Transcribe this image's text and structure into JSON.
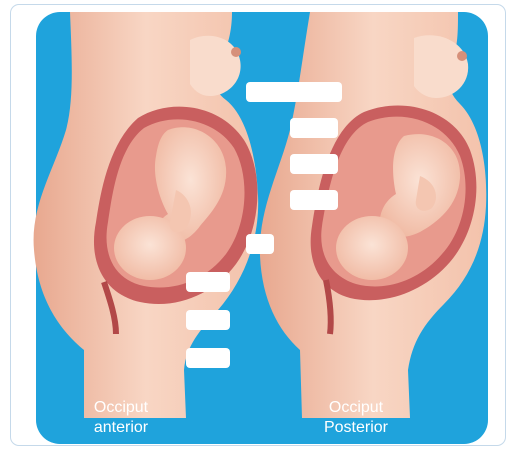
{
  "labels": {
    "left_line1": "Occiput",
    "left_line2": "anterior",
    "right_line1": "Occiput",
    "right_line2": "Posterior"
  },
  "colors": {
    "panel": "#1fa3dc",
    "skin": "#f6cdb9",
    "skin_shade": "#e8a88f",
    "uterus_wall": "#c95f5f",
    "amniotic": "#e89a8d",
    "label_box": "#ffffff"
  }
}
